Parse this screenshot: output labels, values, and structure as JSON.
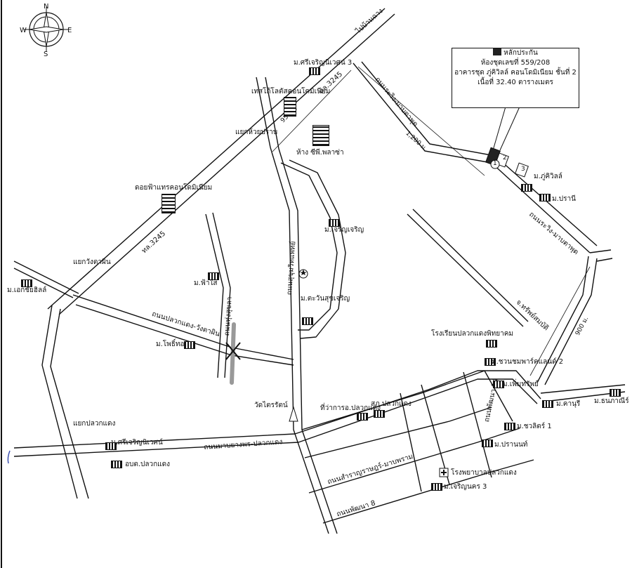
{
  "compass": {
    "n": "N",
    "e": "E",
    "s": "S",
    "w": "W"
  },
  "callout": {
    "legend": "หลักประกัน",
    "line1": "ห้องชุดเลขที่ 559/208",
    "line2": "อาคารชุด ภู่คิวิลล์ คอนโดมิเนียม ชั้นที่ 2",
    "line3": "เนื้อที่ 32.40 ตารางเมตร"
  },
  "plots": {
    "p1": "1",
    "p2": "2",
    "p3": "3"
  },
  "roads": {
    "to_ban_chang": "ไปบ้านฉาง",
    "route_3245_top": "ทล.3245",
    "route_3245_left": "ทล.3245",
    "sukhumvit_top": "ถนนระวิง-มาบตาพุด",
    "sukhumvit_right": "ถนนระวิง-มาบตาพุด",
    "center_road": "ถนนสุขุมวิทแพทย์",
    "soi_left": "ถนนทุ่งสุขลา",
    "pluak_daeng_road": "ถนนปลวกแดง-วังตาผิน",
    "main_road": "ถนนมาบยางพร-ปลวกแดง",
    "rak_road": "ถนนสำราญราษฎร์-มาบพราม",
    "pattana8": "ถนนพัฒนา 8",
    "pattana14": "ถนนพัฒนา 14",
    "soi_sap": "จ.ทรัพย์สมบัติ",
    "dist_950": "950 ม.",
    "dist_1200": "1,200 ม.",
    "dist_900": "900 ม."
  },
  "places": {
    "mb_srisamran3": "ม.ศรีเจริญนิเวศน์ 3",
    "tesco": "เทสโก้โลตัสคอนโดมิเนียม",
    "yaek_huai": "แยกห้วยปราบ",
    "makro": "ห้าง ซีพี.พลาซ่า",
    "condo_left": "ดอยฟ้าแทรคอนโดมิเนียม",
    "yaek_wat": "แยกวังตาผิน",
    "mb_ek": "ม.เอกชัยฮิลล์",
    "mb_fai": "ม.ฟ้าใส",
    "mb_charoen": "ม.เจริญเจริญ",
    "mb_tawan": "ม.ตะวันสุขเจริญ",
    "mb_phothong": "ม.โพธิ์ทอง",
    "mb_phuville": "ม.ภู่คิวิลล์",
    "mb_pranee": "ม.ปรานี",
    "school": "โรงเรียนปลวกแดงพิทยาคม",
    "mb_chawan": "ม.ชวนชมพาร์คแลนด์ 2",
    "mb_phanthip": "ม.เพิ่มทรัพย์",
    "mb_khanuri": "ม.คานุรี",
    "mb_sansan": "ม.ธนภาณีร์",
    "wat": "วัดไตรรัตน์",
    "land_office": "ที่ว่าการอ.ปลวกแดง",
    "police": "สภ.ปลวกแดง",
    "yaek_pluak": "แยกปลวกแดง",
    "mb_srisamran": "ม.ศรีเจริญนิเวศน์",
    "obt": "อบต.ปลวกแดง",
    "mb_chawalit1": "ม.ชวลิตร์ 1",
    "mb_pranon": "ม.ปรานนท์",
    "hospital": "โรงพยาบาลปลวกแดง",
    "mb_charoen3": "ม.เจริญนคร 3"
  },
  "colors": {
    "ink": "#111111",
    "paper": "#ffffff",
    "pencil": "#999999",
    "stamp": "#3b4fb0"
  }
}
